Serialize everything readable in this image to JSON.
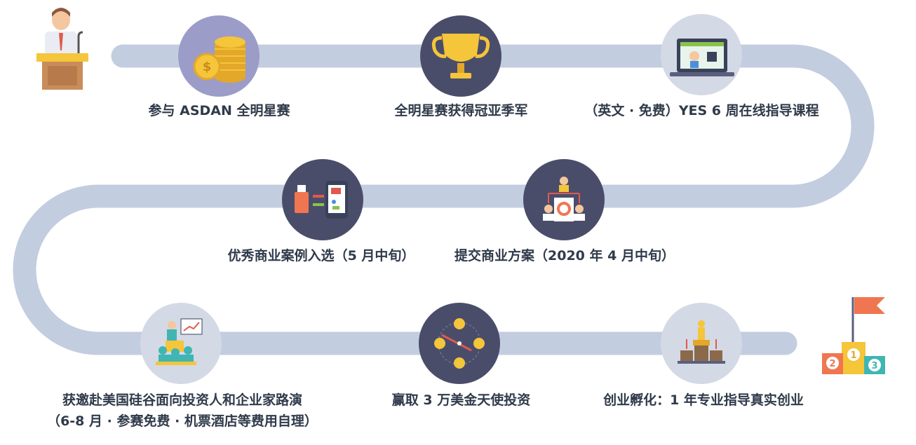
{
  "steps": [
    {
      "label": "参与 ASDAN 全明星赛",
      "icon": "coins-icon"
    },
    {
      "label": "全明星赛获得冠亚季军",
      "icon": "trophy-icon"
    },
    {
      "label": "（英文 · 免费）YES 6 周在线指导课程",
      "icon": "laptop-video-icon"
    },
    {
      "label": "提交商业方案（2020 年 4 月中旬）",
      "icon": "team-gear-icon"
    },
    {
      "label": "优秀商业案例入选（5 月中旬）",
      "icon": "usb-phone-icon"
    },
    {
      "label_lines": [
        "获邀赴美国硅谷面向投资人和企业家路演",
        "（6-8 月 · 参赛免费 · 机票酒店等费用自理）"
      ],
      "icon": "presentation-icon"
    },
    {
      "label": "赢取 3 万美金天使投资",
      "icon": "compass-coins-icon"
    },
    {
      "label": "创业孵化：1 年专业指导真实创业",
      "icon": "chess-growth-icon"
    }
  ],
  "podium": {
    "places": [
      "1",
      "2",
      "3"
    ]
  },
  "colors": {
    "path": "#c3cde0",
    "circle": "#5b5f7e",
    "circle_light": "#d4d9e6",
    "gold": "#f5c53a",
    "orange": "#f07651",
    "teal": "#3fb6b2",
    "text": "#2f3a4a"
  }
}
